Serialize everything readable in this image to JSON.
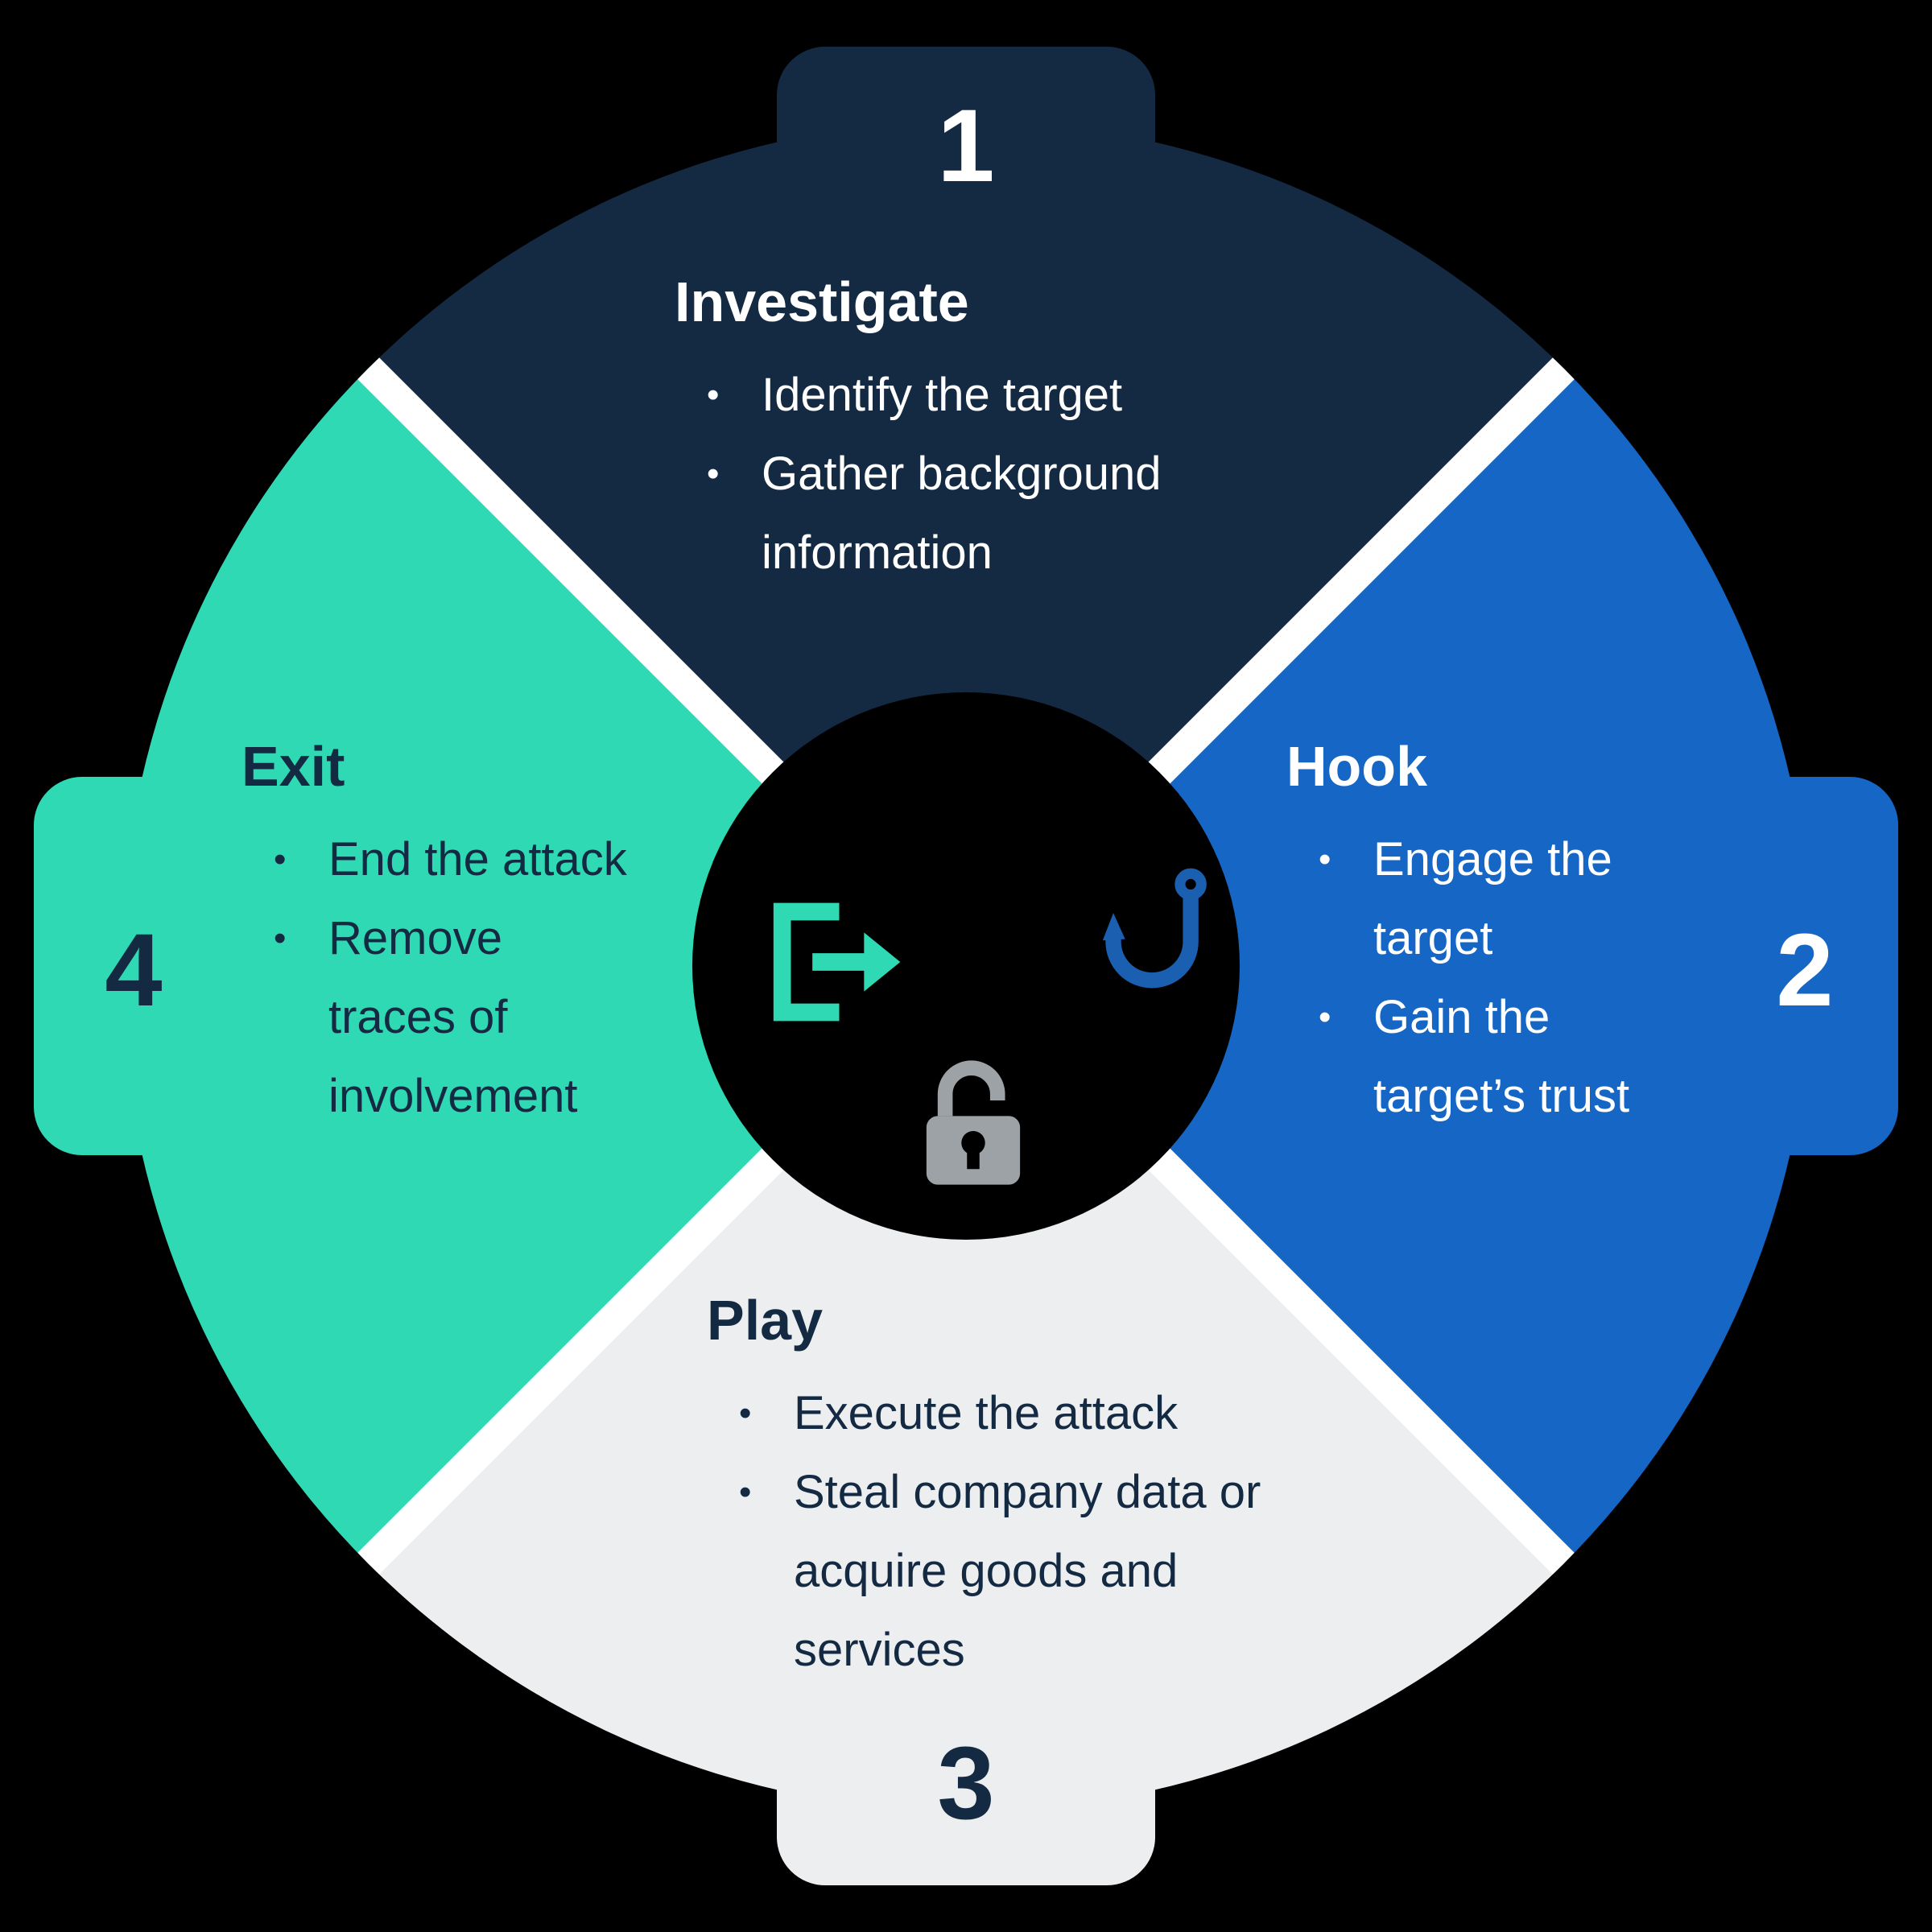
{
  "ui": {
    "bullet_char": "•"
  },
  "quadrants": {
    "investigate": {
      "number": "1",
      "title": "Investigate",
      "bullets": [
        "Identify the target",
        "Gather background\ninformation"
      ]
    },
    "hook": {
      "number": "2",
      "title": "Hook",
      "bullets": [
        "Engage the\ntarget",
        "Gain the\ntarget’s trust"
      ]
    },
    "play": {
      "number": "3",
      "title": "Play",
      "bullets": [
        "Execute the attack",
        "Steal company data or\nacquire goods and\nservices"
      ]
    },
    "exit": {
      "number": "4",
      "title": "Exit",
      "bullets": [
        "End the attack",
        "Remove\ntraces of\ninvolvement"
      ]
    }
  },
  "center_icons": [
    {
      "name": "logout-arrow-icon",
      "color": "#2FD9B4"
    },
    {
      "name": "fish-hook-icon",
      "color": "#1A5FB0"
    },
    {
      "name": "open-padlock-icon",
      "color": "#9DA2A6"
    }
  ],
  "colors": {
    "investigate_quadrant": "#142A43",
    "hook_quadrant": "#1666C5",
    "play_quadrant": "#ECEEEF",
    "exit_quadrant": "#2FD9B4",
    "divider": "#FFFFFF",
    "background": "#000000",
    "light_text": "#FFFFFF",
    "dark_text": "#142A43"
  }
}
